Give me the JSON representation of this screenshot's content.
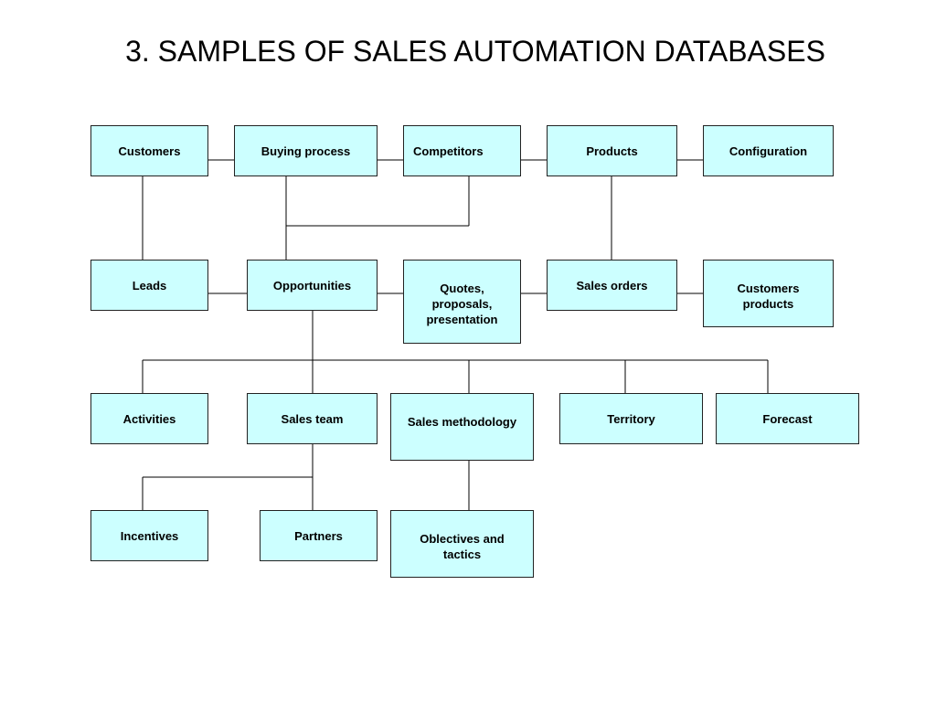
{
  "title": "3. SAMPLES OF SALES AUTOMATION DATABASES",
  "colors": {
    "node_fill": "#ccffff",
    "node_border": "#222222",
    "connector": "#000000"
  },
  "nodes": {
    "customers": "Customers",
    "buying_process": "Buying process",
    "competitors": "Competitors",
    "products": "Products",
    "configuration": "Configuration",
    "leads": "Leads",
    "opportunities": "Opportunities",
    "quotes": "Quotes,\nproposals,\npresentation",
    "sales_orders": "Sales orders",
    "customers_products": "Customers\nproducts",
    "activities": "Activities",
    "sales_team": "Sales team",
    "sales_methodology": "Sales methodology",
    "territory": "Territory",
    "forecast": "Forecast",
    "incentives": "Incentives",
    "partners": "Partners",
    "objectives": "Oblectives and\ntactics"
  }
}
